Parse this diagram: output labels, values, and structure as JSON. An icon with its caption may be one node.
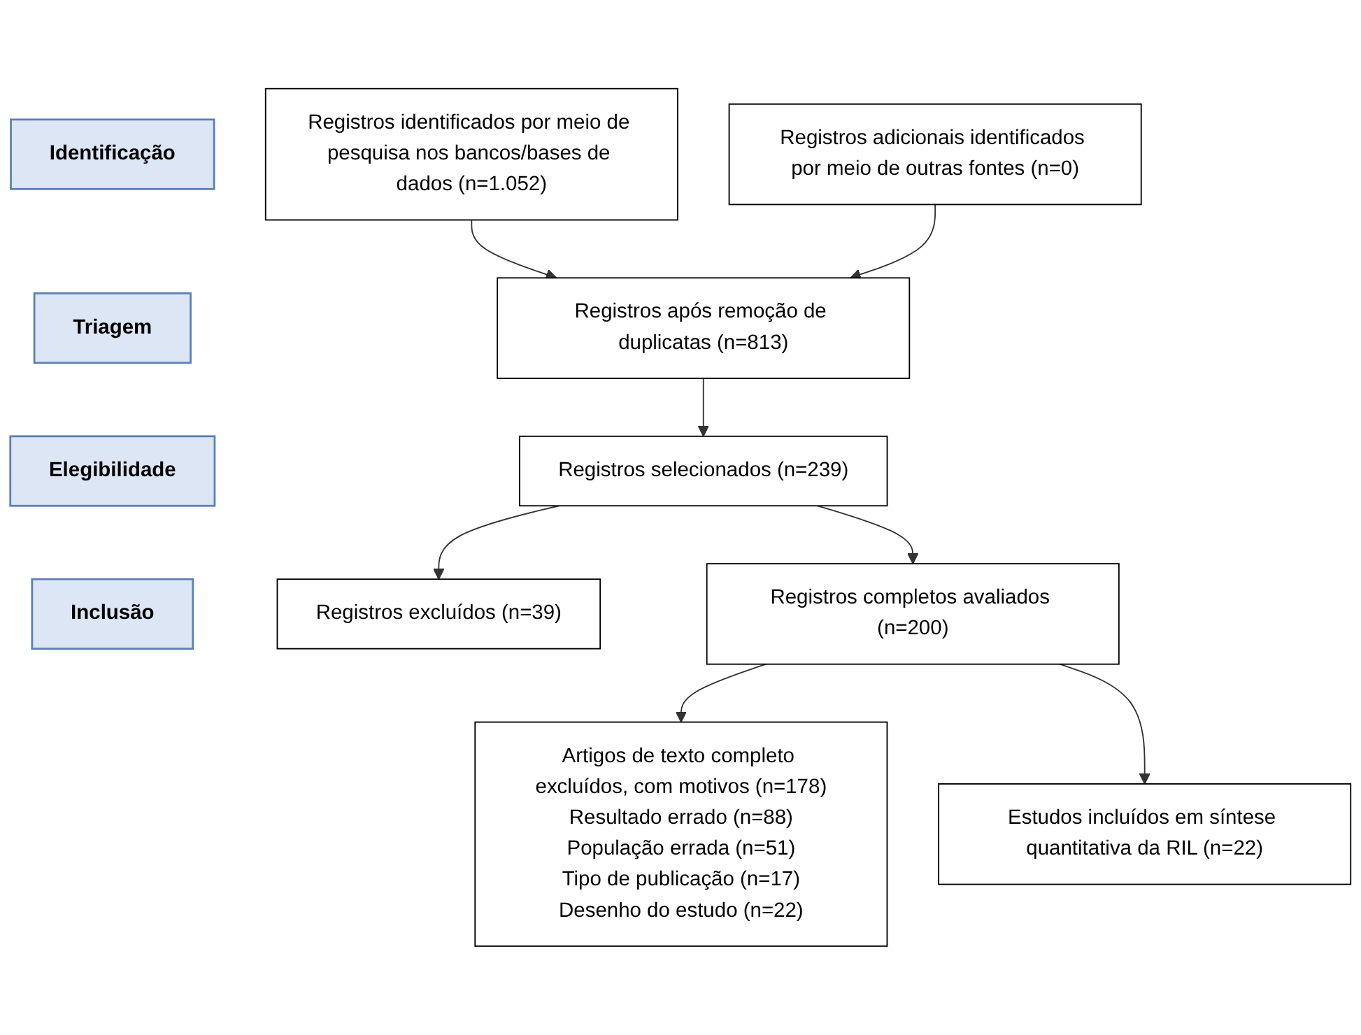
{
  "diagram": {
    "nodes": [
      {
        "text": [
          "Identificação"
        ]
      },
      {
        "text": [
          "Triagem"
        ]
      },
      {
        "text": [
          "Elegibilidade"
        ]
      },
      {
        "text": [
          "Inclusão"
        ]
      },
      {
        "text": [
          "Registros identificados por meio de pesquisa nos bancos/bases de dados (n=1.052)"
        ]
      },
      {
        "text": [
          "Registros adicionais identificados por meio de outras fontes (n=0)"
        ]
      },
      {
        "text": [
          "Registros após remoção de duplicatas (n=813)"
        ]
      },
      {
        "text": [
          "Registros selecionados (n=239)"
        ]
      },
      {
        "text": [
          "Registros excluídos (n=39)"
        ]
      },
      {
        "text": [
          "Registros completos avaliados (n=200)"
        ]
      },
      {
        "text": [
          "Artigos de texto completo excluídos, com motivos (n=178)",
          "Resultado errado (n=88)",
          "População errada (n=51)",
          "Tipo de publicação (n=17)",
          "Desenho do estudo (n=22)"
        ]
      },
      {
        "text": [
          "Estudos incluídos em síntese quantitativa da RIL (n=22)"
        ]
      }
    ],
    "edges": [
      {
        "from": 4,
        "to": 6,
        "arrow": "to"
      },
      {
        "from": 5,
        "to": 6,
        "arrow": "to"
      },
      {
        "from": 6,
        "to": 7,
        "arrow": "to"
      },
      {
        "from": 7,
        "to": 8,
        "arrow": "to"
      },
      {
        "from": 7,
        "to": 9,
        "arrow": "to"
      },
      {
        "from": 9,
        "to": 10,
        "arrow": "to"
      },
      {
        "from": 9,
        "to": 11,
        "arrow": "to"
      }
    ]
  }
}
